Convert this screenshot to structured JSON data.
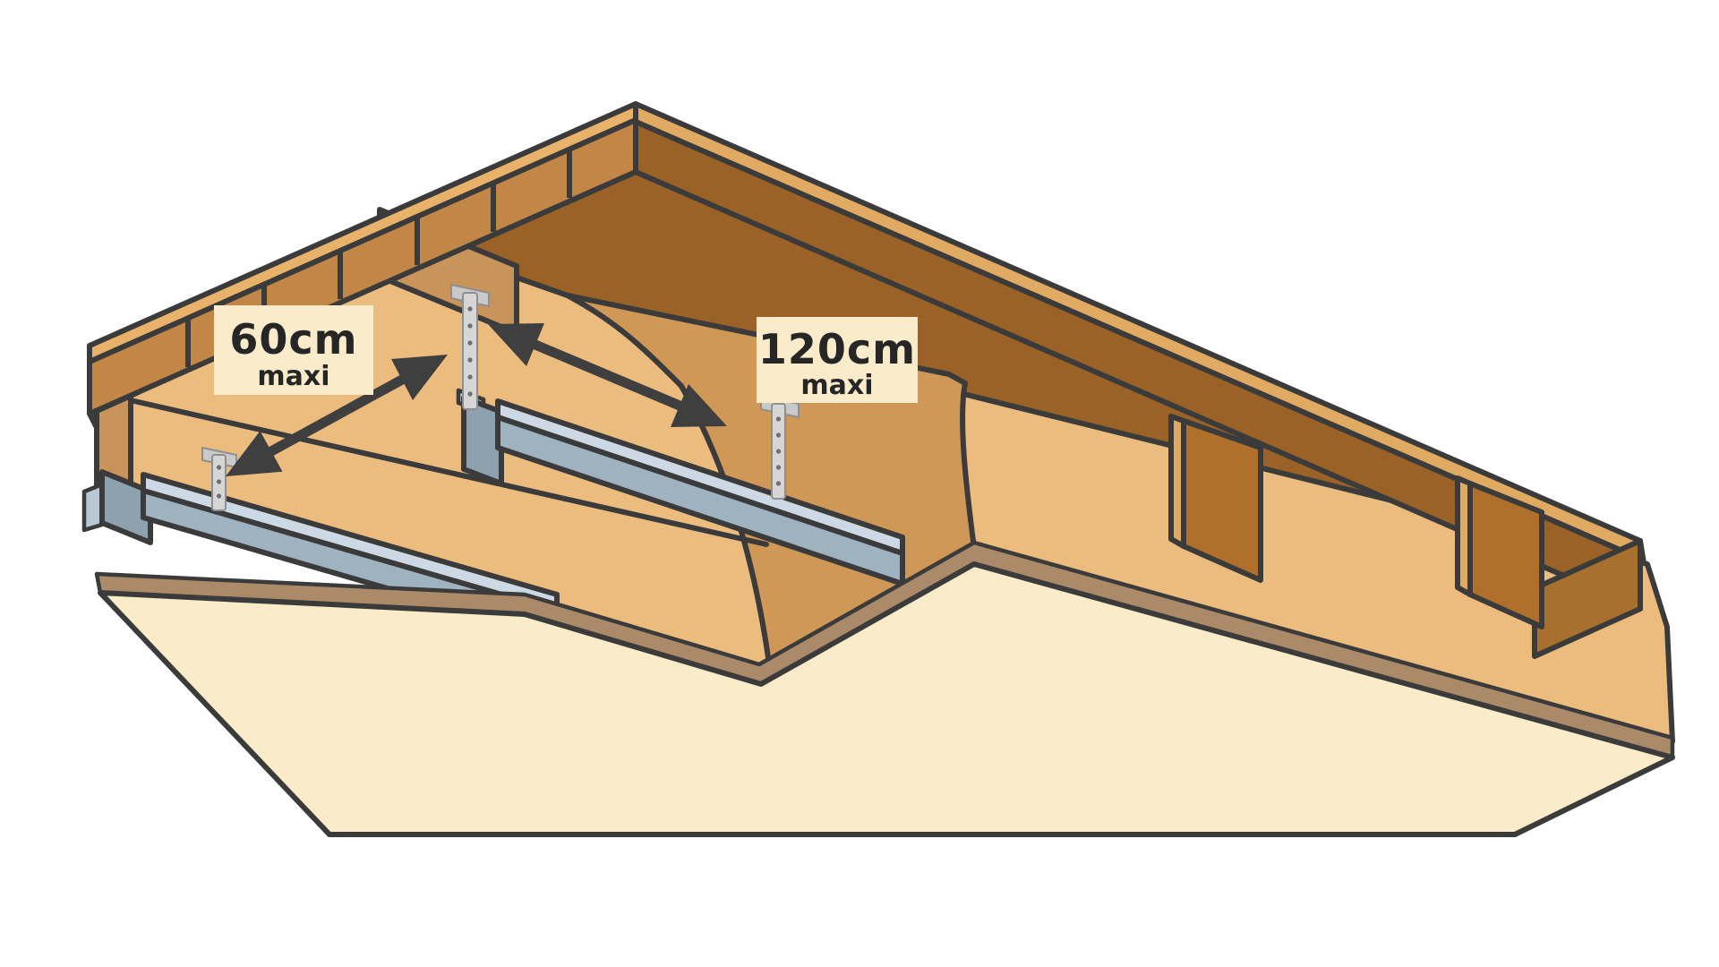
{
  "diagram": {
    "title": "Suspended ceiling under wooden floor joists",
    "labels": [
      {
        "value": "60cm",
        "qualifier": "maxi",
        "meaning": "maximum spacing between furring channels"
      },
      {
        "value": "120cm",
        "qualifier": "maxi",
        "meaning": "maximum spacing between hangers along a channel"
      }
    ],
    "components": [
      "wood floor deck boards",
      "wood joists",
      "cross blocking",
      "perforated suspension hangers",
      "metal furring channels",
      "plasterboard panel"
    ],
    "palette": {
      "background": "#ffffff",
      "outline": "#3b3b3b",
      "deck_edge_light": "#e8b26b",
      "board_end": "#c28646",
      "underside_dark": "#9a6226",
      "joist_light": "#ecbc7e",
      "joist_medium": "#cf9857",
      "joist_end": "#b0702c",
      "channel_light": "#ccd9e4",
      "channel_dark": "#9fb2c0",
      "hanger_gray": "#d6d6d6",
      "plasterboard_face": "#faecc9",
      "plasterboard_edge": "#ab8a69",
      "label_background": "#faecca",
      "label_text": "#262626",
      "arrow": "#3f3f3f"
    }
  }
}
